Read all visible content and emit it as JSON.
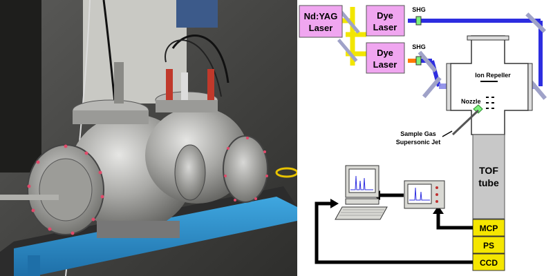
{
  "diagram": {
    "nd_yag_label_line1": "Nd:YAG",
    "nd_yag_label_line2": "Laser",
    "dye_laser_1_line1": "Dye",
    "dye_laser_1_line2": "Laser",
    "dye_laser_2_line1": "Dye",
    "dye_laser_2_line2": "Laser",
    "shg_1": "SHG",
    "shg_2": "SHG",
    "ion_repeller": "Ion Repeller",
    "nozzle": "Nozzle",
    "sample_gas_line1": "Sample Gas",
    "sample_gas_line2": "Supersonic Jet",
    "tof_line1": "TOF",
    "tof_line2": "tube",
    "mcp": "MCP",
    "ps": "PS",
    "ccd": "CCD"
  },
  "colors": {
    "box_fill": "#f0a6f0",
    "tof_fill": "#c8c8c8",
    "detector_fill": "#f5e600",
    "beam_yellow": "#f2e600",
    "beam_blue": "#2d2de0",
    "beam_orange": "#ff7a00",
    "nozzle_green": "#7cf07c"
  }
}
